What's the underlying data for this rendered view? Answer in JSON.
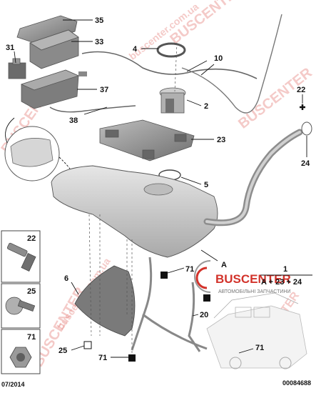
{
  "watermark": {
    "brand": "BUSCENTER",
    "tagline": "АВТОМОБІЛЬНІ ЗАПЧАСТИНИ",
    "site": "buscenter.com.ua"
  },
  "footer": {
    "date": "07/2014",
    "ref": "00084688"
  },
  "formula": {
    "title": "1",
    "expr": "A + 23 + 24"
  },
  "labels": {
    "l35": "35",
    "l33": "33",
    "l31": "31",
    "l4": "4",
    "l10": "10",
    "l37": "37",
    "l2": "2",
    "l38": "38",
    "l22": "22",
    "l23": "23",
    "l24": "24",
    "l5": "5",
    "lA": "A",
    "l6": "6",
    "l71a": "71",
    "l20": "20",
    "l25": "25",
    "l71b": "71",
    "l71c": "71"
  },
  "legend": [
    {
      "num": "22"
    },
    {
      "num": "25"
    },
    {
      "num": "71"
    }
  ],
  "colors": {
    "part_fill": "#d9d9d9",
    "part_dark": "#9a9a9a",
    "watermark": "#e88b86",
    "accent_red": "#d2332b",
    "ink": "#111111"
  }
}
